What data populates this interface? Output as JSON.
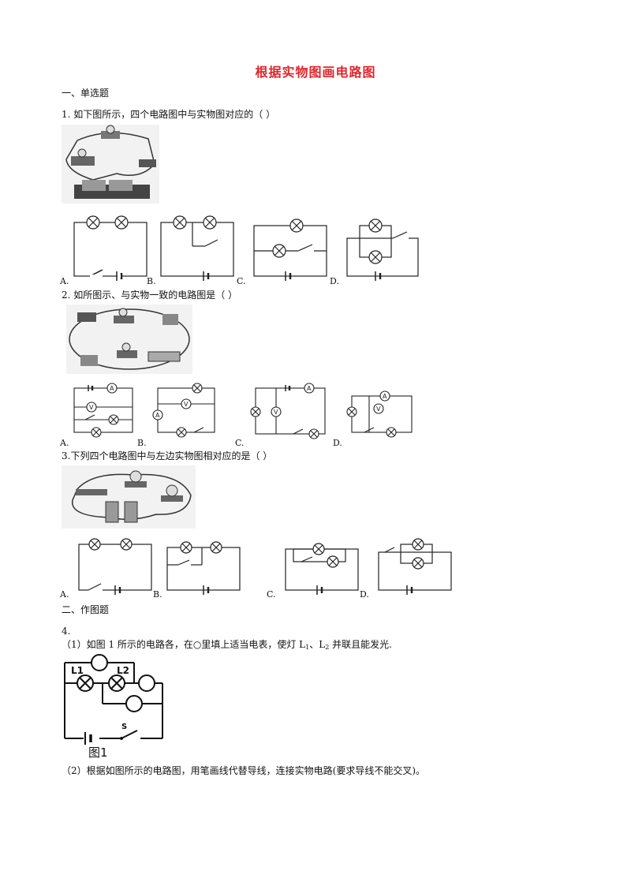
{
  "title": "根据实物图画电路图",
  "sections": [
    {
      "heading": "一、单选题"
    },
    {
      "heading": "二、作图题"
    }
  ],
  "questions": [
    {
      "text": "1.  如下图所示，四个电路图中与实物图对应的（      ）",
      "options": [
        "A.",
        "B.",
        "C.",
        "D."
      ]
    },
    {
      "text": "2.     如所图示、与实物一致的电路图是（      ）",
      "options": [
        "A.",
        "B.",
        "C.",
        "D."
      ]
    },
    {
      "text": "3.下列四个电路图中与左边实物图相对应的是（      ）",
      "options": [
        "A.",
        "B.",
        "C.",
        "D."
      ]
    },
    {
      "number": "4.",
      "part1_prefix": "（1）如图 1 所示的电路各，在○里填上适当电表，使灯 L",
      "part1_sub1": "1",
      "part1_mid": "、L",
      "part1_sub2": "2",
      "part1_suffix": " 并联且能发光.",
      "part2": "（2）根据如图所示的电路图，用笔画线代替导线，连接实物电路(要求导线不能交叉)。",
      "figure_caption": "图1",
      "labels": {
        "l1": "L1",
        "l2": "L2",
        "s": "S"
      }
    }
  ],
  "diagram_labels": {
    "ammeter": "A",
    "voltmeter": "V",
    "l1": "L1",
    "l2": "L2"
  }
}
